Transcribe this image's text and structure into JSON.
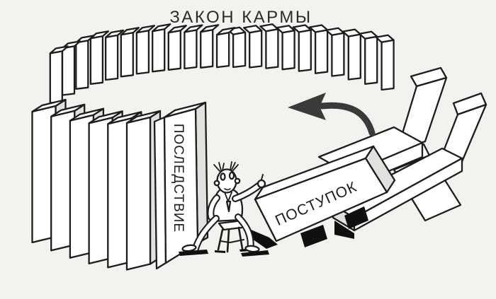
{
  "title": "ЗАКОН КАРМЫ",
  "labels": {
    "consequence": "ПОСЛЕДСТВИЕ",
    "action": "ПОСТУПОК"
  },
  "icons": {
    "direction_arrow": "curved-arrow-left"
  },
  "colors": {
    "background": "#f3f2ef",
    "ink": "#1d1d1d",
    "paper": "#ffffff",
    "shade": "#e3e1dd",
    "shadow": "#101010",
    "arrow": "#3a3a3a",
    "title": "#2b2b2b"
  }
}
